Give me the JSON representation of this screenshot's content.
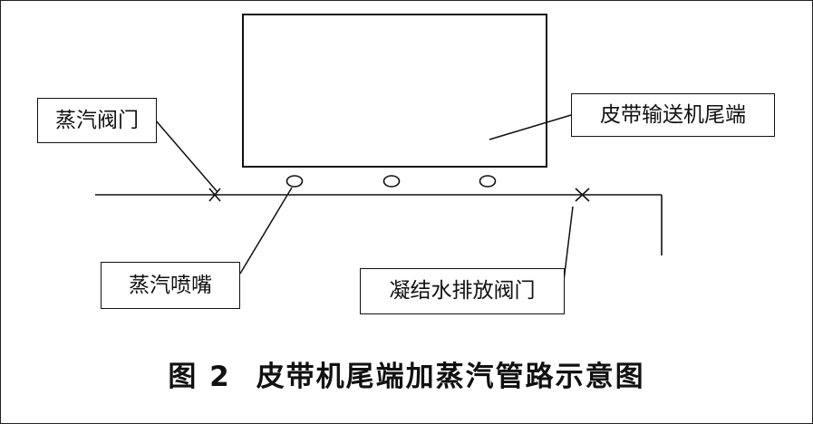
{
  "labels": {
    "steam_valve": "蒸汽阀门",
    "belt_conveyor_tail": "皮带输送机尾端",
    "steam_nozzle": "蒸汽喷嘴",
    "condensate_drain_valve": "凝结水排放阀门"
  },
  "caption": {
    "figure_number": "图 2",
    "title": "皮带机尾端加蒸汽管路示意图"
  },
  "colors": {
    "line": "#111111",
    "background": "#ffffff"
  }
}
